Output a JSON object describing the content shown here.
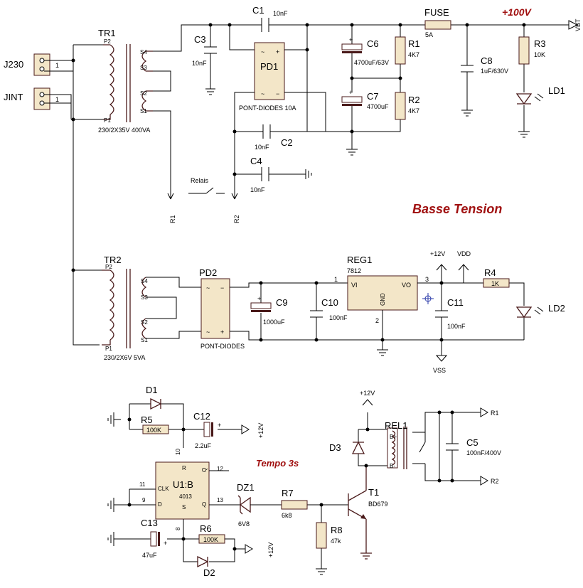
{
  "connectors": {
    "j230": "J230",
    "jint": "JINT",
    "pin1": "1"
  },
  "transformers": {
    "tr1": {
      "ref": "TR1",
      "value": "230/2X35V 400VA"
    },
    "tr2": {
      "ref": "TR2",
      "value": "230/2X6V 5VA"
    },
    "pins": {
      "p1": "P1",
      "p2": "P2",
      "s1": "S1",
      "s2": "S2",
      "s3": "S3",
      "s4": "S4"
    }
  },
  "high_voltage": {
    "c1": {
      "ref": "C1",
      "value": "10nF"
    },
    "c2": {
      "ref": "C2",
      "value": "10nF"
    },
    "c3": {
      "ref": "C3",
      "value": "10nF"
    },
    "c4": {
      "ref": "C4",
      "value": "10nF"
    },
    "pd1": {
      "ref": "PD1",
      "value": "PONT-DIODES 10A"
    },
    "c6": {
      "ref": "C6",
      "value": "4700uF/63V"
    },
    "c7": {
      "ref": "C7",
      "value": "4700uF"
    },
    "r1": {
      "ref": "R1",
      "value": "4K7"
    },
    "r2": {
      "ref": "R2",
      "value": "4K7"
    },
    "fuse": {
      "ref": "FUSE",
      "value": "5A"
    },
    "c8": {
      "ref": "C8",
      "value": "1uF/630V"
    },
    "r3": {
      "ref": "R3",
      "value": "10K"
    },
    "ld1": {
      "ref": "LD1"
    },
    "rail": "+100V",
    "vbt": "VBT",
    "relais": "Relais",
    "tag_r1": "R1",
    "tag_r2": "R2"
  },
  "section_title": "Basse Tension",
  "low_voltage": {
    "pd2": {
      "ref": "PD2",
      "value": "PONT-DIODES"
    },
    "c9": {
      "ref": "C9",
      "value": "1000uF"
    },
    "c10": {
      "ref": "C10",
      "value": "100nF"
    },
    "reg1": {
      "ref": "REG1",
      "value": "7812",
      "vi": "VI",
      "vo": "VO",
      "gnd": "GND",
      "pin1": "1",
      "pin2": "2",
      "pin3": "3"
    },
    "c11": {
      "ref": "C11",
      "value": "100nF"
    },
    "r4": {
      "ref": "R4",
      "value": "1K"
    },
    "ld2": {
      "ref": "LD2"
    },
    "plus12": "+12V",
    "vdd": "VDD",
    "vss": "VSS"
  },
  "tempo": {
    "title": "Tempo 3s",
    "d1": {
      "ref": "D1"
    },
    "d2": {
      "ref": "D2"
    },
    "d3": {
      "ref": "D3"
    },
    "r5": {
      "ref": "R5",
      "value": "100K"
    },
    "r6": {
      "ref": "R6",
      "value": "100K"
    },
    "r7": {
      "ref": "R7",
      "value": "6k8"
    },
    "r8": {
      "ref": "R8",
      "value": "47k"
    },
    "c12": {
      "ref": "C12",
      "value": "2.2uF"
    },
    "c13": {
      "ref": "C13",
      "value": "47uF"
    },
    "u1": {
      "ref": "U1:B",
      "value": "4013",
      "clk": "CLK",
      "d": "D",
      "s": "S",
      "r": "R",
      "q": "Q",
      "qb": "Q",
      "pin11": "11",
      "pin9": "9",
      "pin8": "8",
      "pin10": "10",
      "pin12": "12",
      "pin13": "13"
    },
    "dz1": {
      "ref": "DZ1",
      "value": "6V8"
    },
    "t1": {
      "ref": "T1",
      "value": "BD679"
    },
    "rel1": {
      "ref": "REL1",
      "bplus": "B+",
      "bminus": "B-"
    },
    "c5": {
      "ref": "C5",
      "value": "100nF/400V"
    },
    "plus12": "+12V",
    "out_r1": "R1",
    "out_r2": "R2"
  }
}
